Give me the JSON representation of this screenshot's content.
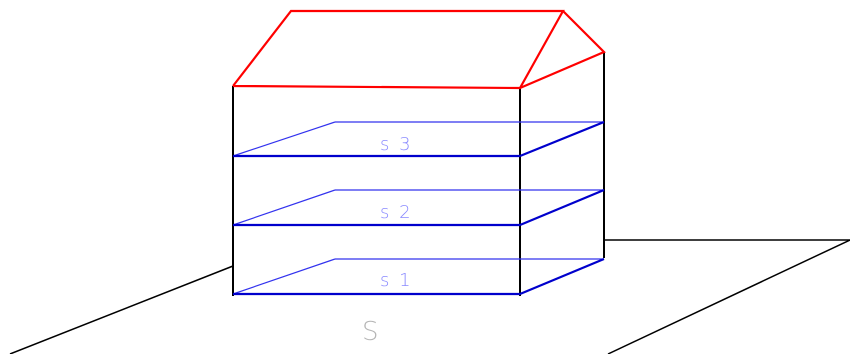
{
  "colors": {
    "roof": "#ff0000",
    "floor": "#0000cc",
    "floor_thin": "#3333ee",
    "label": "#8a8aff",
    "ground_label": "#b5b5b5",
    "outline": "#000000"
  },
  "floors": [
    {
      "label": "s 3"
    },
    {
      "label": "s 2"
    },
    {
      "label": "s 1"
    }
  ],
  "ground": {
    "label": "S"
  }
}
